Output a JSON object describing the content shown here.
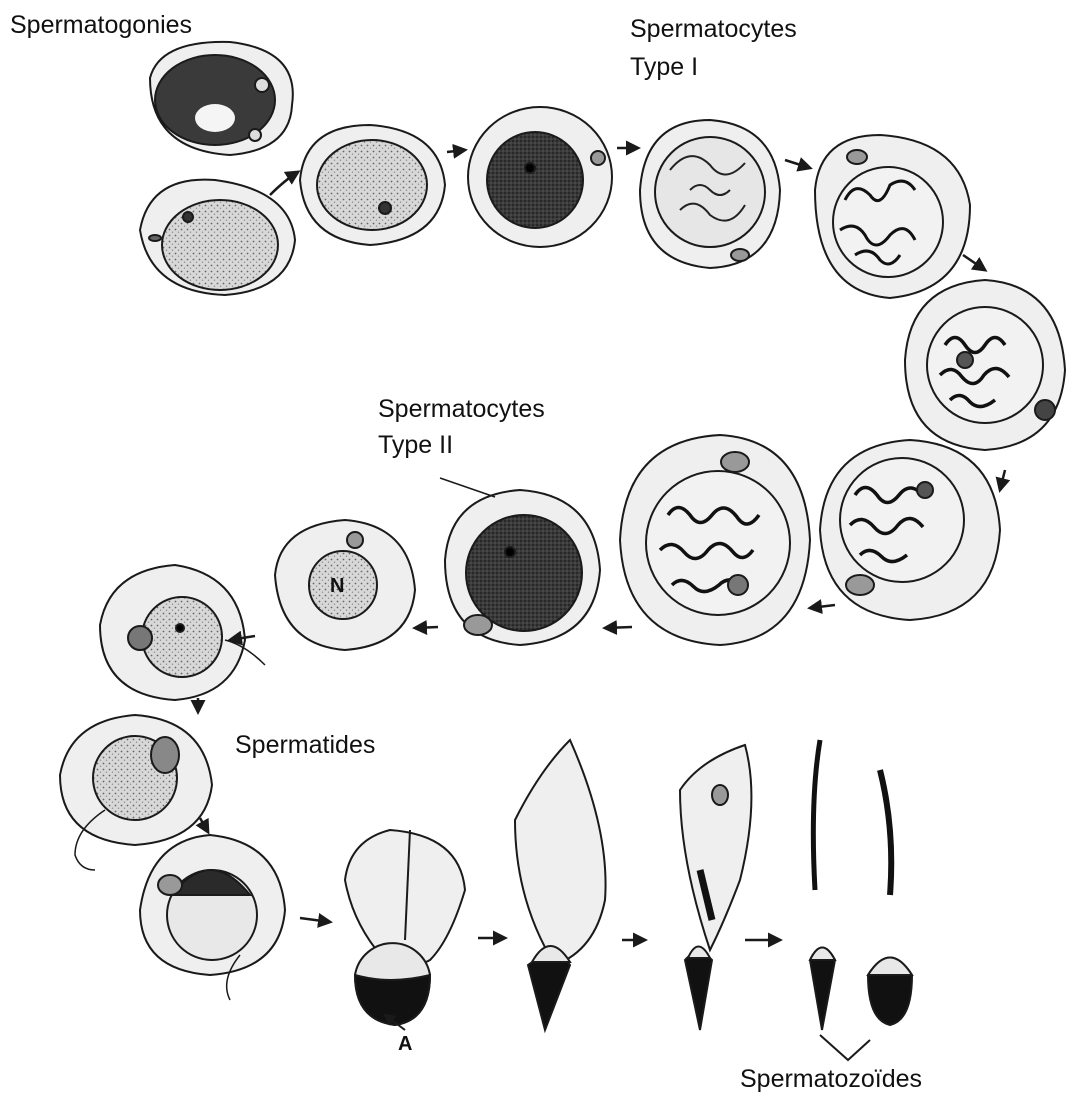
{
  "labels": {
    "spermatogonies": "Spermatogonies",
    "spermatocytes_1_line1": "Spermatocytes",
    "spermatocytes_1_line2": "Type I",
    "spermatocytes_2_line1": "Spermatocytes",
    "spermatocytes_2_line2": "Type II",
    "spermatides": "Spermatides",
    "spermatozoides": "Spermatozoïdes"
  },
  "cell_letters": {
    "nucleus": "N",
    "acrosome": "A"
  },
  "colors": {
    "ink": "#1a1a1a",
    "cytoplasm": "#efefef",
    "nucleus_light": "#cfcfcf",
    "nucleus_dark": "#3a3a3a",
    "nucleus_mid": "#6f6f6f"
  }
}
